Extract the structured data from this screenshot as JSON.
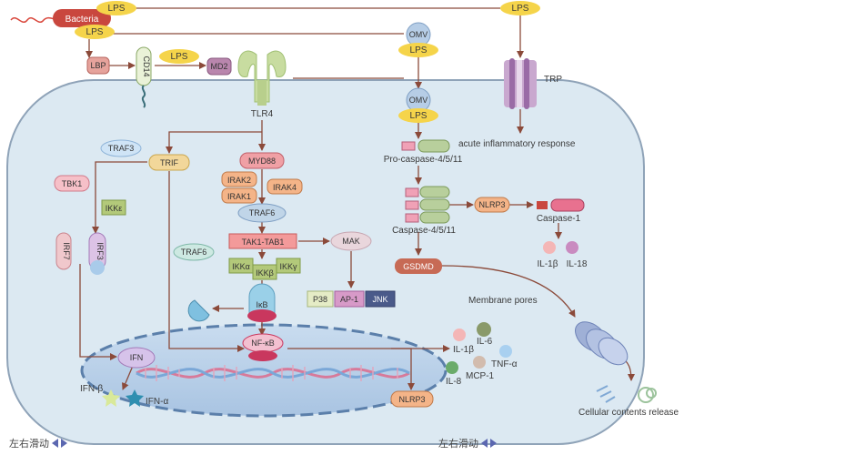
{
  "nodes": {
    "bacteria": "Bacteria",
    "lps_top": "LPS",
    "lps_bacteria2": "LPS",
    "lps_right_top": "LPS",
    "omv1": "OMV",
    "omv1_lps": "LPS",
    "lbp": "LBP",
    "cd14": "CD14",
    "lps_md2": "LPS",
    "md2": "MD2",
    "tlr4": "TLR4",
    "trp": "TRP",
    "omv2": "OMV",
    "omv2_lps": "LPS",
    "acute": "acute inflammatory response",
    "procaspase": "Pro-caspase-4/5/11",
    "caspase4511": "Caspase-4/5/11",
    "nlrp3_cyto": "NLRP3",
    "caspase1": "Caspase-1",
    "il1b_cyto": "IL-1β",
    "il18": "IL-18",
    "gsdmd": "GSDMD",
    "membrane_pores": "Membrane pores",
    "cellular_release": "Cellular contents release",
    "traf3": "TRAF3",
    "trif": "TRIF",
    "myd88": "MYD88",
    "tbk1": "TBK1",
    "ikke": "IKKε",
    "irak2": "IRAK2",
    "irak4": "IRAK4",
    "irak1": "IRAK1",
    "traf6_main": "TRAF6",
    "traf6_side": "TRAF6",
    "irf7": "IRF7",
    "irf3": "IRF3",
    "tak1": "TAK1-TAB1",
    "mak": "MAK",
    "ikka": "IKKα",
    "ikkb": "IKKβ",
    "ikky": "IKKγ",
    "p38": "P38",
    "ap1": "AP-1",
    "jnk": "JNK",
    "ikb": "IκB",
    "nfkb": "NF-κB",
    "ifn": "IFN",
    "ifnb": "IFN-β",
    "ifna": "IFN-α",
    "nlrp3_nuc": "NLRP3",
    "il1b_out": "IL-1β",
    "il6": "IL-6",
    "tnfa": "TNF-α",
    "il8": "IL-8",
    "mcp1": "MCP-1"
  },
  "hints": {
    "left": "左右滑动",
    "right": "左右滑动"
  },
  "colors": {
    "cell_fill": "#dce9f2",
    "cell_stroke": "#8fa3b8",
    "nucleus_fill": "#bcd1e8",
    "nucleus_stroke": "#5b7faa",
    "lps": "#f5d44a",
    "omv": "#b6cde6",
    "green_receptor": "#c8dca0",
    "arrow": "#8b4a3a",
    "accent": "#5b67b0"
  }
}
